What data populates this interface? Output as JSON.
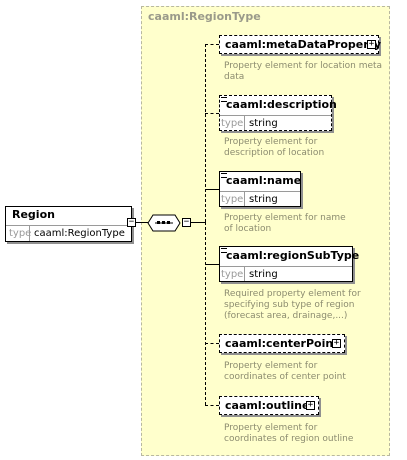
{
  "type_container": {
    "title": "caaml:RegionType"
  },
  "root": {
    "name": "Region",
    "type_label": "type",
    "type_value": "caaml:RegionType"
  },
  "elements": [
    {
      "name": "caaml:metaDataProperty",
      "desc1": "Property element for location meta",
      "desc2": "data"
    },
    {
      "name": "caaml:description",
      "type_label": "type",
      "type_value": "string",
      "desc1": "Property element for",
      "desc2": "description of location"
    },
    {
      "name": "caaml:name",
      "type_label": "type",
      "type_value": "string",
      "desc1": "Property element for name",
      "desc2": "of location"
    },
    {
      "name": "caaml:regionSubType",
      "type_label": "type",
      "type_value": "string",
      "desc1": "Required property element for",
      "desc2": "specifying sub type of region",
      "desc3": "(forecast area, drainage,...)"
    },
    {
      "name": "caaml:centerPoint",
      "desc1": "Property element for",
      "desc2": "coordinates of center point"
    },
    {
      "name": "caaml:outline",
      "desc1": "Property element for",
      "desc2": "coordinates of region outline"
    }
  ]
}
